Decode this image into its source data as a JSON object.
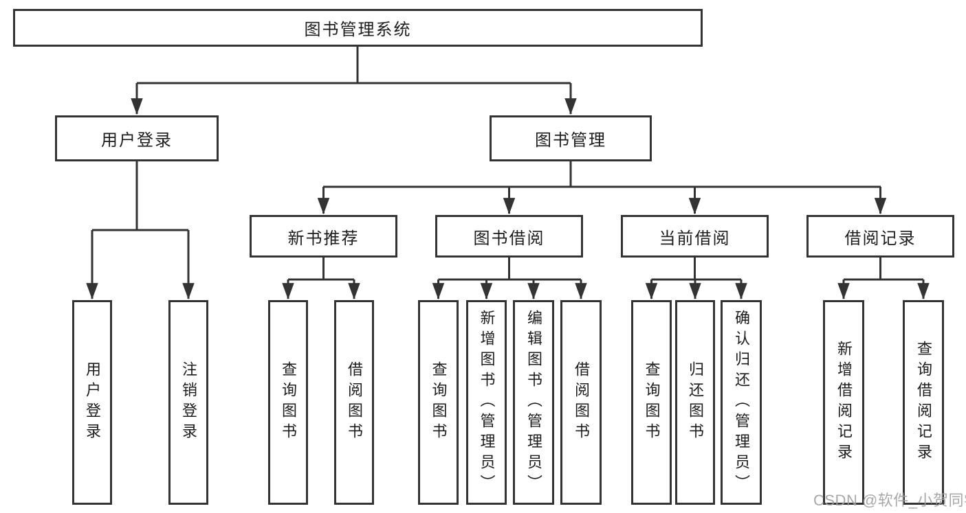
{
  "diagram": {
    "root": "图书管理系统",
    "branches": [
      {
        "label": "用户登录",
        "children": [
          "用户登录",
          "注销登录"
        ]
      },
      {
        "label": "图书管理",
        "children": [
          {
            "label": "新书推荐",
            "children": [
              "查询图书",
              "借阅图书"
            ]
          },
          {
            "label": "图书借阅",
            "children": [
              "查询图书",
              "新增图书（管理员）",
              "编辑图书（管理员）",
              "借阅图书"
            ]
          },
          {
            "label": "当前借阅",
            "children": [
              "查询图书",
              "归还图书",
              "确认归还（管理员）"
            ]
          },
          {
            "label": "借阅记录",
            "children": [
              "新增借阅记录",
              "查询借阅记录"
            ]
          }
        ]
      }
    ]
  },
  "watermark": "CSDN @软件_小贺同学",
  "colors": {
    "line": "#333333",
    "box_border": "#333333",
    "text": "#1c1c1c",
    "watermark_text": "#9e9e9e",
    "canvas_background": "#ffffff"
  }
}
